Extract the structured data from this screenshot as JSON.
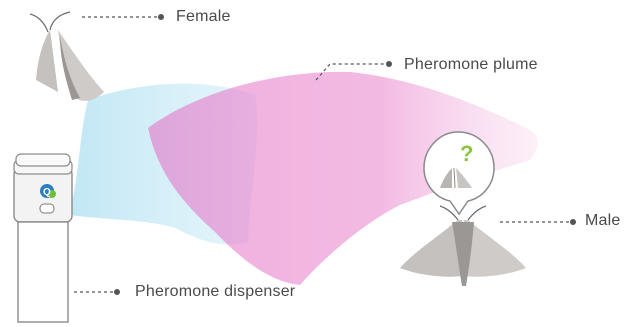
{
  "labels": {
    "female": "Female",
    "plume": "Pheromone plume",
    "male": "Male",
    "dispenser": "Pheromone dispenser"
  },
  "bubble": {
    "symbol": "?"
  },
  "dispenser_badge": {
    "text": "Q"
  },
  "colors": {
    "moth_fill": "#c4c1bf",
    "moth_shadow": "#8e8b89",
    "plume_pink": "#e46bc3",
    "plume_blue": "#8ed3ec",
    "question_green": "#8cc63f",
    "badge_blue": "#2b7ec1",
    "badge_green": "#6cbf3c",
    "text_gray": "#4a4a4a",
    "line_gray": "#555555"
  },
  "icons": [
    "female-moth-icon",
    "male-moth-icon",
    "small-moth-icon",
    "speech-bubble-icon",
    "question-mark-icon",
    "dispenser-icon",
    "logo-badge-icon"
  ]
}
